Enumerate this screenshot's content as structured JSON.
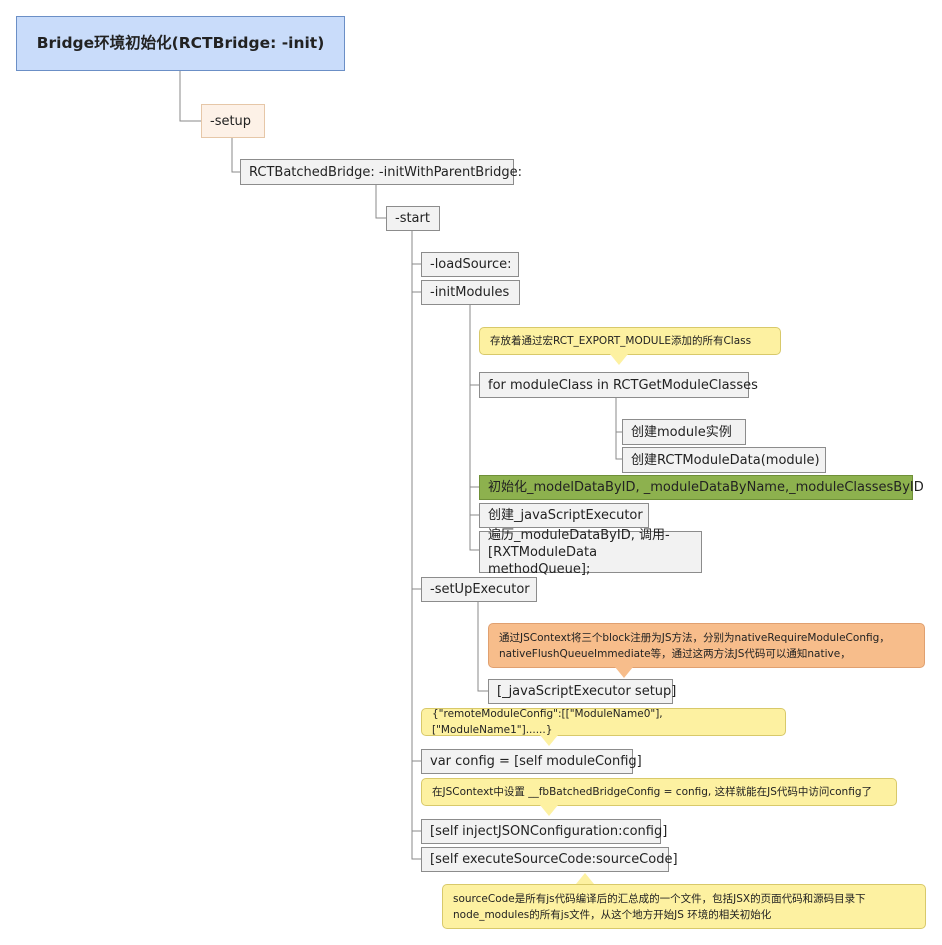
{
  "root": {
    "label": "Bridge环境初始化(RCTBridge: -init)"
  },
  "nodes": {
    "setup": "-setup",
    "batched_bridge": "RCTBatchedBridge: -initWithParentBridge:",
    "start": "-start",
    "load_source": "-loadSource:",
    "init_modules": "-initModules",
    "for_module_class": "for moduleClass in RCTGetModuleClasses",
    "create_module": "创建module实例",
    "create_module_data": "创建RCTModuleData(module)",
    "init_data": "初始化_modelDataByID, _moduleDataByName,_moduleClassesByID",
    "create_executor": "创建_javaScriptExecutor",
    "traverse_line1": "遍历_moduleDataByID, 调用-",
    "traverse_line2": "[RXTModuleData methodQueue];",
    "setup_executor": "-setUpExecutor",
    "executor_setup": "[_javaScriptExecutor setup]",
    "var_config": "var config = [self moduleConfig]",
    "inject_json": "[self injectJSONConfiguration:config]",
    "execute_source": "[self executeSourceCode:sourceCode]"
  },
  "notes": {
    "export_module": "存放着通过宏RCT_EXPORT_MODULE添加的所有Class",
    "jscontext_line1": "通过JSContext将三个block注册为JS方法，分别为nativeRequireModuleConfig，",
    "jscontext_line2": "nativeFlushQueueImmediate等，通过这两方法JS代码可以通知native，",
    "remote_config": "{\"remoteModuleConfig\":[[\"ModuleName0\"],[\"ModuleName1\"]......}",
    "fb_config": "在JSContext中设置 __fbBatchedBridgeConfig = config, 这样就能在JS代码中访问config了",
    "source_line1": "sourceCode是所有js代码编译后的汇总成的一个文件，包括JSX的页面代码和源码目录下",
    "source_line2": "node_modules的所有js文件，从这个地方开始JS 环境的相关初始化"
  },
  "colors": {
    "root_fill": "#c9dcfa",
    "setup_fill": "#fdf1e7",
    "node_fill": "#f2f2f2",
    "highlight_fill": "#8db14e",
    "note_yellow": "#fdf1a1",
    "note_orange": "#f7bd8b"
  }
}
